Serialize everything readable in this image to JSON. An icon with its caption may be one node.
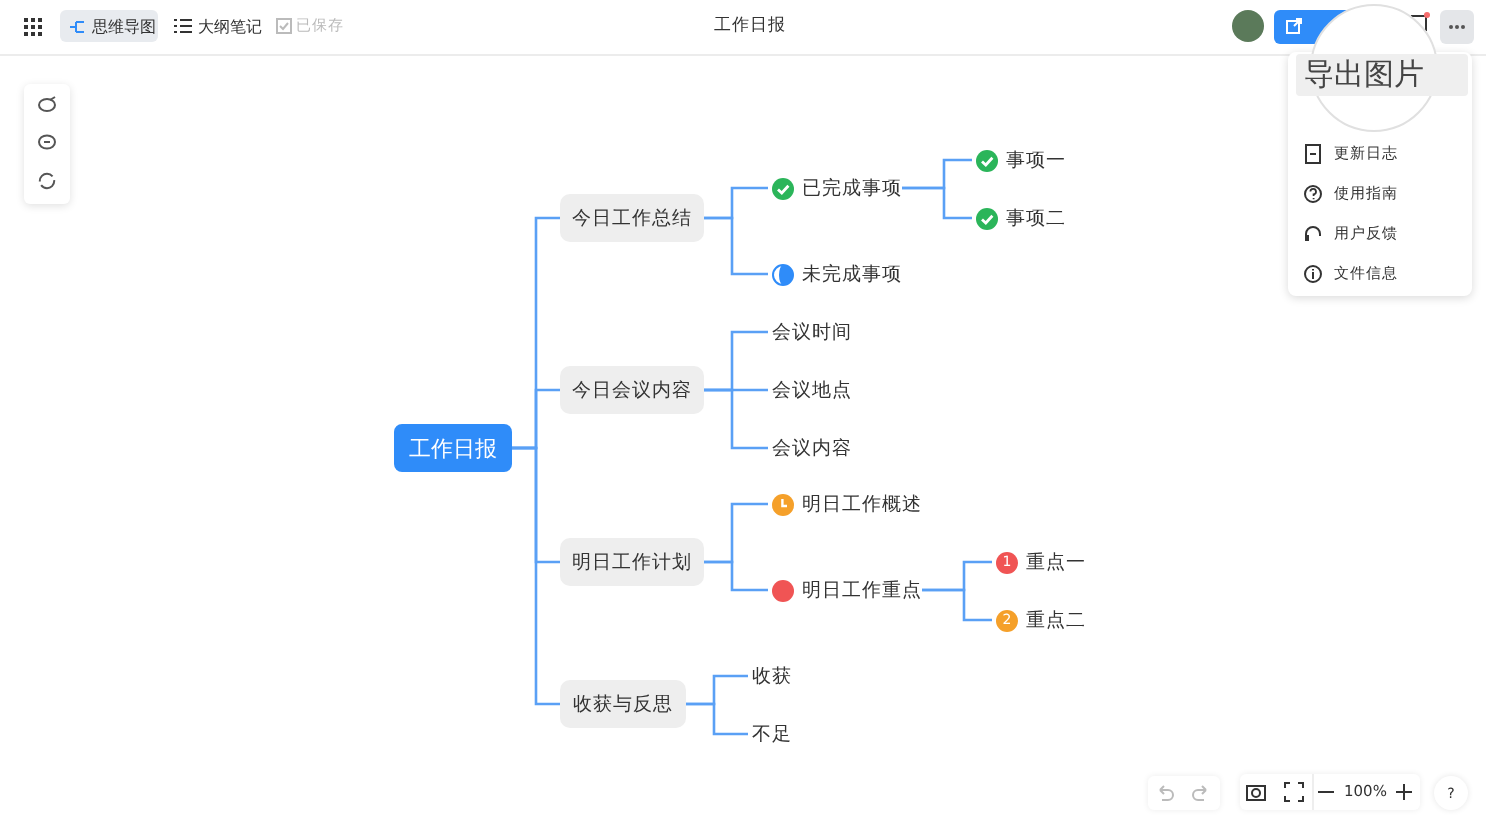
{
  "diagram": {
    "title": "工作日报",
    "nodes": [
      {
        "text": [
          "工作日报"
        ]
      },
      {
        "text": [
          "今日工作总结"
        ]
      },
      {
        "text": [
          "今日会议内容"
        ]
      },
      {
        "text": [
          "明日工作计划"
        ]
      },
      {
        "text": [
          "收获与反思"
        ]
      },
      {
        "text": [
          "已完成事项"
        ]
      },
      {
        "text": [
          "未完成事项"
        ]
      },
      {
        "text": [
          "事项一"
        ]
      },
      {
        "text": [
          "事项二"
        ]
      },
      {
        "text": [
          "会议时间"
        ]
      },
      {
        "text": [
          "会议地点"
        ]
      },
      {
        "text": [
          "会议内容"
        ]
      },
      {
        "text": [
          "明日工作概述"
        ]
      },
      {
        "text": [
          "明日工作重点"
        ]
      },
      {
        "text": [
          "1",
          "重点一"
        ]
      },
      {
        "text": [
          "2",
          "重点二"
        ]
      },
      {
        "text": [
          "收获"
        ]
      },
      {
        "text": [
          "不足"
        ]
      }
    ],
    "edges": [
      {
        "from": 0,
        "to": 1,
        "arrow": "none"
      },
      {
        "from": 0,
        "to": 2,
        "arrow": "none"
      },
      {
        "from": 0,
        "to": 3,
        "arrow": "none"
      },
      {
        "from": 0,
        "to": 4,
        "arrow": "none"
      },
      {
        "from": 1,
        "to": 5,
        "arrow": "none"
      },
      {
        "from": 1,
        "to": 6,
        "arrow": "none"
      },
      {
        "from": 5,
        "to": 7,
        "arrow": "none"
      },
      {
        "from": 5,
        "to": 8,
        "arrow": "none"
      },
      {
        "from": 2,
        "to": 9,
        "arrow": "none"
      },
      {
        "from": 2,
        "to": 10,
        "arrow": "none"
      },
      {
        "from": 2,
        "to": 11,
        "arrow": "none"
      },
      {
        "from": 3,
        "to": 12,
        "arrow": "none"
      },
      {
        "from": 3,
        "to": 13,
        "arrow": "none"
      },
      {
        "from": 13,
        "to": 14,
        "arrow": "none"
      },
      {
        "from": 13,
        "to": 15,
        "arrow": "none"
      },
      {
        "from": 4,
        "to": 16,
        "arrow": "none"
      },
      {
        "from": 4,
        "to": 17,
        "arrow": "none"
      }
    ],
    "labels": [
      "思维导图",
      "大纲笔记",
      "已保存",
      "导出图片",
      "更新日志",
      "使用指南",
      "用户反馈",
      "文件信息",
      "100%",
      "?"
    ]
  }
}
